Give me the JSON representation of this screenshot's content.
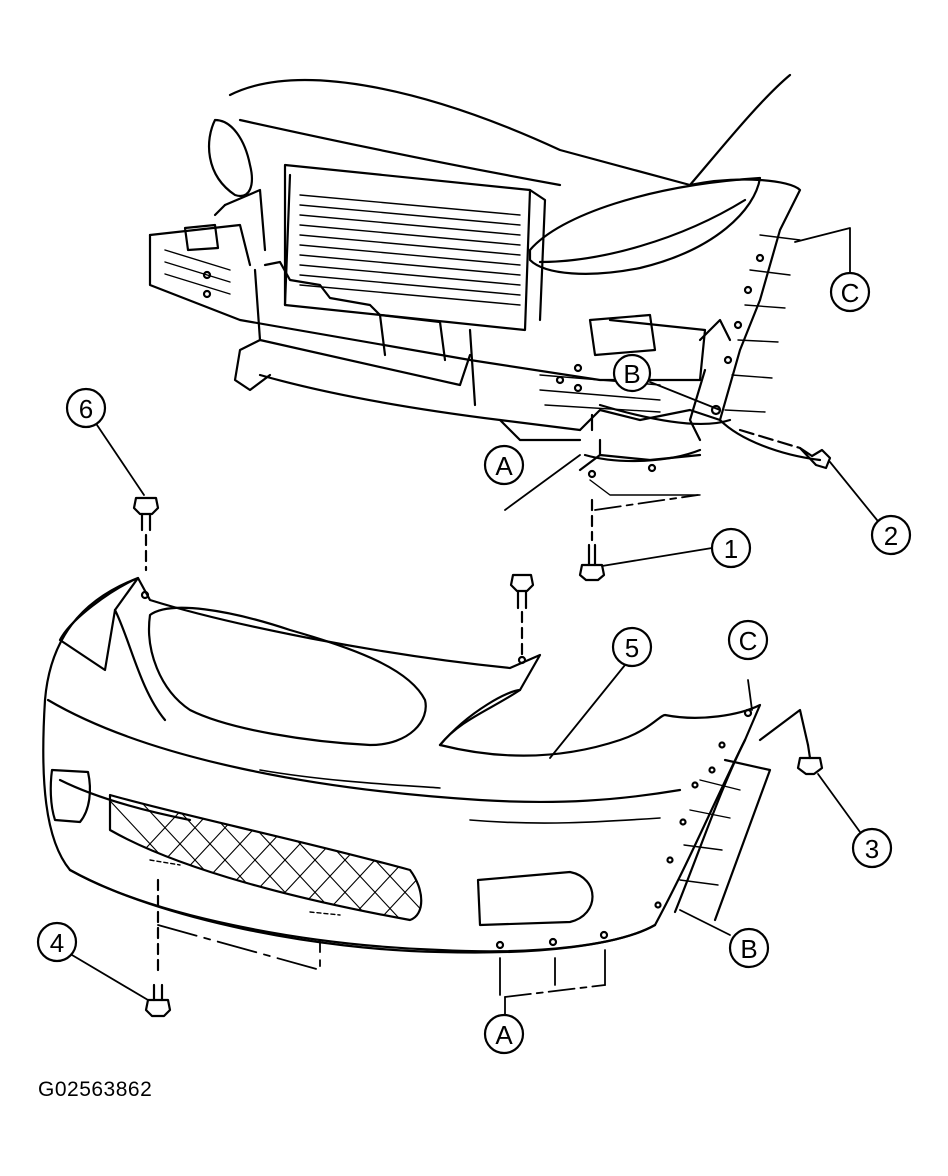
{
  "figure": {
    "code": "G02563862"
  },
  "callouts": {
    "part_1": "1",
    "part_2": "2",
    "part_3": "3",
    "part_4": "4",
    "part_5": "5",
    "part_6": "6",
    "ref_a_top": "A",
    "ref_a_bottom": "A",
    "ref_b_top": "B",
    "ref_b_bottom": "B",
    "ref_c_top": "C",
    "ref_c_bottom": "C"
  },
  "style": {
    "line_color": "#000000",
    "background": "#ffffff"
  }
}
